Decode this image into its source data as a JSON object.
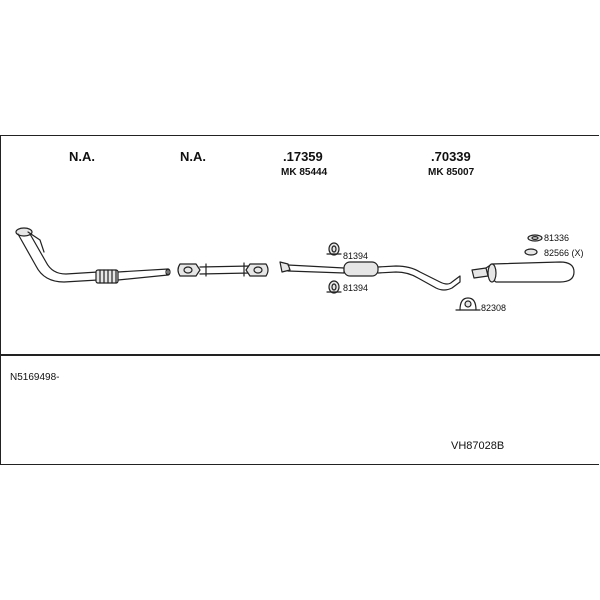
{
  "columns": [
    {
      "code": "N.A.",
      "mk": ""
    },
    {
      "code": "N.A.",
      "mk": ""
    },
    {
      "code": ".17359",
      "mk": "MK  85444"
    },
    {
      "code": ".70339",
      "mk": "MK  85007"
    }
  ],
  "fittings": {
    "clamp_top": "81394",
    "clamp_bottom": "81394",
    "rubber_top": "81336",
    "rubber_mid": "82566 (X)",
    "clamp_rear": "82308"
  },
  "footer": {
    "reference": "N5169498-",
    "kit_code": "VH87028B"
  },
  "colors": {
    "line": "#222222",
    "fill": "#e6e6e6"
  }
}
